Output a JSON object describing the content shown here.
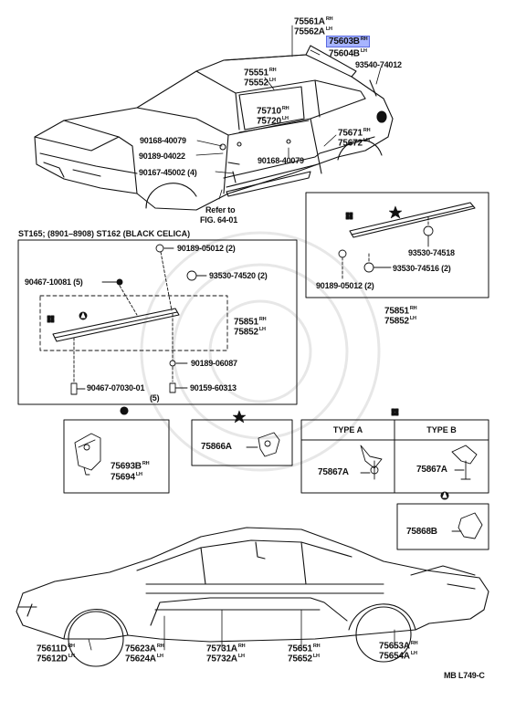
{
  "callouts": {
    "p75561": {
      "num": "75561A",
      "side": "RH"
    },
    "p75562": {
      "num": "75562A",
      "side": "LH"
    },
    "p75603": {
      "num": "75603B",
      "side": "RH"
    },
    "p75604": {
      "num": "75604B",
      "side": "LH"
    },
    "p93540": {
      "num": "93540-74012"
    },
    "p75551": {
      "num": "75551",
      "side": "RH"
    },
    "p75552": {
      "num": "75552",
      "side": "LH"
    },
    "p75710": {
      "num": "75710",
      "side": "RH"
    },
    "p75720": {
      "num": "75720",
      "side": "LH"
    },
    "p75671": {
      "num": "75671",
      "side": "RH"
    },
    "p75672": {
      "num": "75672",
      "side": "LH"
    },
    "p90168a": {
      "num": "90168-40079"
    },
    "p90189a": {
      "num": "90189-04022"
    },
    "p90167": {
      "num": "90167-45002 (4)"
    },
    "p90168b": {
      "num": "90168-40079"
    },
    "refer1": "Refer to",
    "refer2": "FIG. 64-01",
    "st_title": "ST165; (8901–8908) ST162 (BLACK CELICA)",
    "p90189b": {
      "num": "90189-05012 (2)"
    },
    "p90467a": {
      "num": "90467-10081 (5)"
    },
    "p93530a": {
      "num": "93530-74520 (2)"
    },
    "p75851a": {
      "num": "75851",
      "side": "RH"
    },
    "p75852a": {
      "num": "75852",
      "side": "LH"
    },
    "p90189c": {
      "num": "90189-06087"
    },
    "p90467b": {
      "num": "90467-07030-01"
    },
    "p90467b_qty": "(5)",
    "p90159": {
      "num": "90159-60313"
    },
    "p93530b": {
      "num": "93530-74518"
    },
    "p93530c": {
      "num": "93530-74516 (2)"
    },
    "p90189d": {
      "num": "90189-05012 (2)"
    },
    "p75851b": {
      "num": "75851",
      "side": "RH"
    },
    "p75852b": {
      "num": "75852",
      "side": "LH"
    },
    "p75693": {
      "num": "75693B",
      "side": "RH"
    },
    "p75694": {
      "num": "75694",
      "side": "LH"
    },
    "p75866": {
      "num": "75866A"
    },
    "type_a": "TYPE A",
    "type_b": "TYPE B",
    "p75867a": {
      "num": "75867A"
    },
    "p75867b": {
      "num": "75867A"
    },
    "p75868": {
      "num": "75868B"
    },
    "p75611": {
      "num": "75611D",
      "side": "RH"
    },
    "p75612": {
      "num": "75612D",
      "side": "LH"
    },
    "p75623": {
      "num": "75623A",
      "side": "RH"
    },
    "p75624": {
      "num": "75624A",
      "side": "LH"
    },
    "p75731": {
      "num": "75731A",
      "side": "RH"
    },
    "p75732": {
      "num": "75732A",
      "side": "LH"
    },
    "p75651": {
      "num": "75651",
      "side": "RH"
    },
    "p75652": {
      "num": "75652",
      "side": "LH"
    },
    "p75653": {
      "num": "75653A",
      "side": "RH"
    },
    "p75654": {
      "num": "75654A",
      "side": "LH"
    },
    "fig_code": "MB L749-C"
  },
  "colors": {
    "highlight": "#a7b4ff",
    "line": "#111111"
  }
}
